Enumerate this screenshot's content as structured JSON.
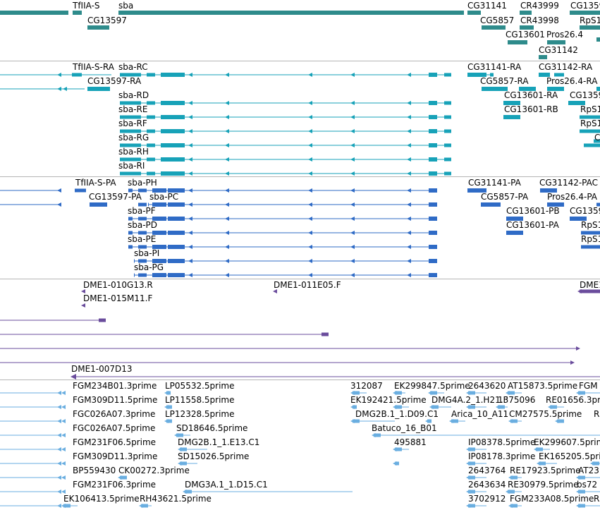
{
  "colors": {
    "genes": "#2e8b8b",
    "transcripts": "#17a2b8",
    "proteins": "#2f6bc6",
    "clones": "#6a4c9c",
    "ests": "#6aaee0",
    "separator": "#b4b4b4"
  },
  "genes": {
    "labels": [
      "TfIIA-S",
      "sba",
      "CG31141",
      "CR43999",
      "CG1359",
      "CG13597",
      "CG5857",
      "CR43998",
      "RpS1",
      "CG13601",
      "Pros26.4",
      "CG31142"
    ]
  },
  "transcripts": {
    "labels": [
      "TfIIA-S-RA",
      "sba-RC",
      "CG31141-RA",
      "CG31142-RA",
      "CG13597-RA",
      "CG5857-RA",
      "Pros26.4-RA",
      "sba-RD",
      "CG13601-RA",
      "CG1359",
      "sba-RE",
      "CG13601-RB",
      "RpS1",
      "sba-RF",
      "RpS1",
      "sba-RG",
      "C",
      "sba-RH",
      "sba-RI"
    ]
  },
  "proteins": {
    "labels": [
      "TfIIA-S-PA",
      "sba-PH",
      "CG31141-PA",
      "CG31142-PAC",
      "CG13597-PA",
      "sba-PC",
      "CG5857-PA",
      "Pros26.4-PA",
      "sba-PF",
      "CG13601-PB",
      "CG1359",
      "sba-PD",
      "CG13601-PA",
      "RpS1",
      "sba-PE",
      "RpS1",
      "sba-PI",
      "sba-PG"
    ]
  },
  "clones": {
    "labels": [
      "DME1-010G13.R",
      "DME1-011E05.F",
      "DME1",
      "DME1-015M11.F",
      "DME1-007D13"
    ]
  },
  "ests": {
    "labels": [
      "FGM234B01.3prime",
      "LP05532.5prime",
      "312087",
      "EK299847.5prime",
      "2643620",
      "AT15873.5prime",
      "FGM",
      "FGM309D11.5prime",
      "LP11558.5prime",
      "EK192421.5prime",
      "DMG4A.2_1.H21.F",
      "1375096",
      "RE01656.3pr",
      "FGC026A07.3prime",
      "LP12328.5prime",
      "DMG2B.1_1.D09.C1",
      "Arica_10_A11",
      "CM27575.5prime",
      "R",
      "FGC026A07.5prime",
      "SD18646.5prime",
      "Batuco_16_B01",
      "FGM231F06.5prime",
      "DMG2B.1_1.E13.C1",
      "495881",
      "IP08378.5prime",
      "EK299607.5prime",
      "FGM309D11.3prime",
      "SD15026.5prime",
      "IP08178.3prime",
      "EK165205.5prime",
      "BP559430",
      "CK00272.3prime",
      "2643764",
      "RE17923.5prime",
      "AT23",
      "FGM231F06.3prime",
      "DMG3A.1_1.D15.C1",
      "2643634",
      "RE30979.5prime",
      "bs72",
      "EK106413.5prime",
      "RH43621.5prime",
      "3702912",
      "FGM233A08.5prime",
      "R"
    ]
  }
}
